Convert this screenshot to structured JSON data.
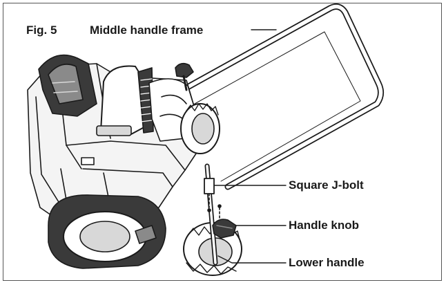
{
  "figure": {
    "number": "Fig. 5",
    "title": "Middle handle frame"
  },
  "callouts": {
    "square_j_bolt": "Square J-bolt",
    "handle_knob": "Handle knob",
    "lower_handle": "Lower handle"
  },
  "colors": {
    "line": "#1a1a1a",
    "fill_dark": "#3a3a3a",
    "fill_mid": "#8a8a8a",
    "fill_light": "#d8d8d8",
    "background": "#ffffff"
  }
}
